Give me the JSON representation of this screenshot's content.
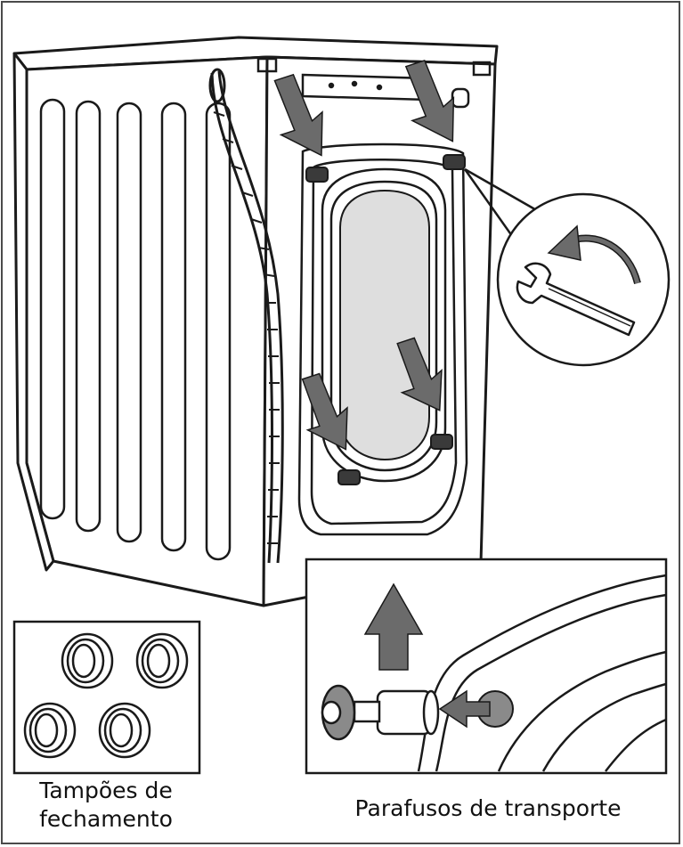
{
  "captions": {
    "plugs": [
      "Tampões de",
      "fechamento"
    ],
    "bolts": "Parafusos de transporte"
  },
  "colors": {
    "line": "#1a1a1a",
    "arrow": "#6b6b6b",
    "glass": "#dedede",
    "frame": "#4a4a4a"
  },
  "icons": [
    "wrench-icon",
    "rotate-counterclockwise-icon",
    "arrow-down-icon",
    "arrow-up-icon"
  ]
}
